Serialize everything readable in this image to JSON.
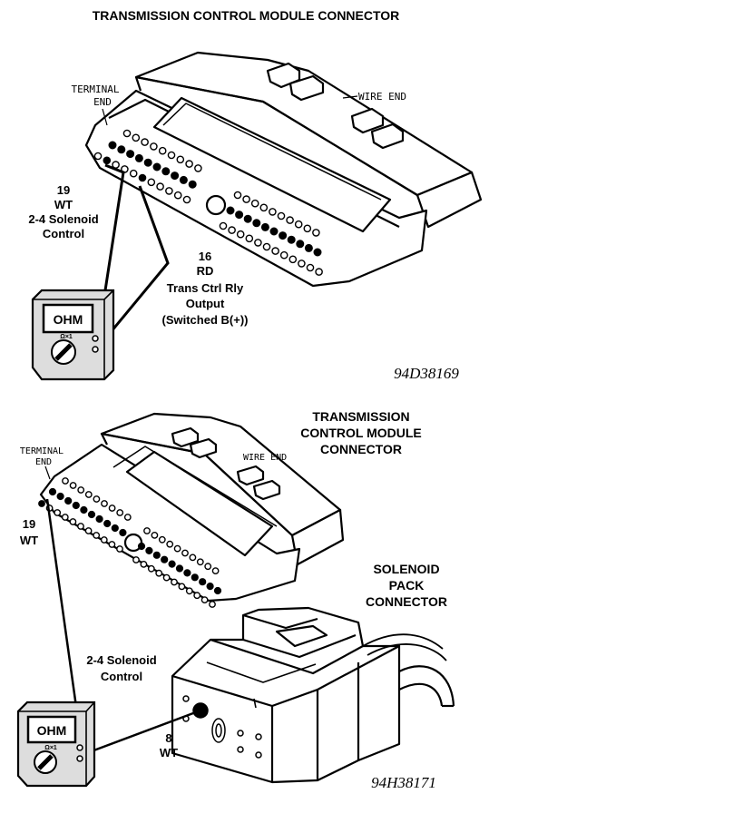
{
  "diagram1": {
    "title": "TRANSMISSION CONTROL MODULE CONNECTOR",
    "terminal_end": [
      "TERMINAL",
      "END"
    ],
    "wire_end": "WIRE END",
    "wire_a": [
      "19",
      "WT",
      "2-4 Solenoid",
      "Control"
    ],
    "wire_b": [
      "16",
      "RD",
      "Trans Ctrl Rly",
      "Output",
      "(Switched B(+))"
    ],
    "meter_display": "OHM",
    "meter_range": "Ω×1",
    "figure_id": "94D38169"
  },
  "diagram2": {
    "title": [
      "TRANSMISSION",
      "CONTROL MODULE",
      "CONNECTOR"
    ],
    "terminal_end": [
      "TERMINAL",
      "END"
    ],
    "wire_end": "WIRE END",
    "wire_a": [
      "19",
      "WT"
    ],
    "solenoid_label": [
      "2-4 Solenoid",
      "Control"
    ],
    "solenoid_pack": [
      "SOLENOID",
      "PACK",
      "CONNECTOR"
    ],
    "wire_c": [
      "8",
      "WT"
    ],
    "meter_display": "OHM",
    "meter_range": "Ω×1",
    "figure_id": "94H38171"
  }
}
